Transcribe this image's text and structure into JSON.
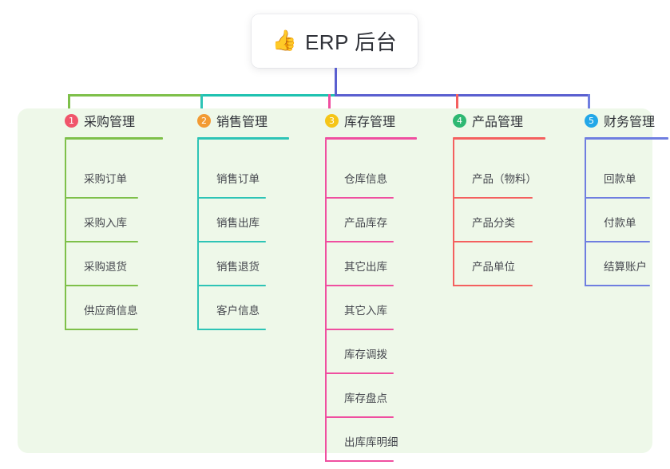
{
  "root": {
    "icon": "thumbs-up-emoji",
    "emoji": "👍",
    "title": "ERP 后台"
  },
  "palette": {
    "panel_bg": "#eef8e9",
    "page_bg": "#ffffff",
    "card_bg": "#ffffff",
    "text": "#2f3138",
    "leaf_text": "#45474e",
    "trunk": "#5a5fd0",
    "branch_green": "#7ec04a",
    "branch_teal": "#1ec2b0",
    "branch_pink": "#ef4fa0",
    "branch_red": "#f4605f",
    "branch_blue": "#6f7ee0"
  },
  "connector": {
    "trunk_color": "#5a5fd0",
    "bar_segments": [
      {
        "name": "green-segment",
        "color": "#7ec04a"
      },
      {
        "name": "teal-segment",
        "color": "#1ec2b0"
      },
      {
        "name": "purple-segment",
        "color": "#5a5fd0"
      }
    ]
  },
  "columns": [
    {
      "index": "1",
      "title": "采购管理",
      "badge_color": "#f0556b",
      "line_color": "#7ec04a",
      "items": [
        "采购订单",
        "采购入库",
        "采购退货",
        "供应商信息"
      ]
    },
    {
      "index": "2",
      "title": "销售管理",
      "badge_color": "#f29a33",
      "line_color": "#2ec4b6",
      "items": [
        "销售订单",
        "销售出库",
        "销售退货",
        "客户信息"
      ]
    },
    {
      "index": "3",
      "title": "库存管理",
      "badge_color": "#f5c518",
      "line_color": "#ef4fa0",
      "items": [
        "仓库信息",
        "产品库存",
        "其它出库",
        "其它入库",
        "库存调拨",
        "库存盘点",
        "出库库明细"
      ]
    },
    {
      "index": "4",
      "title": "产品管理",
      "badge_color": "#2eb872",
      "line_color": "#f4605f",
      "items": [
        "产品（物料）",
        "产品分类",
        "产品单位"
      ]
    },
    {
      "index": "5",
      "title": "财务管理",
      "badge_color": "#22a7e8",
      "line_color": "#6f7ee0",
      "items": [
        "回款单",
        "付款单",
        "结算账户"
      ]
    }
  ]
}
